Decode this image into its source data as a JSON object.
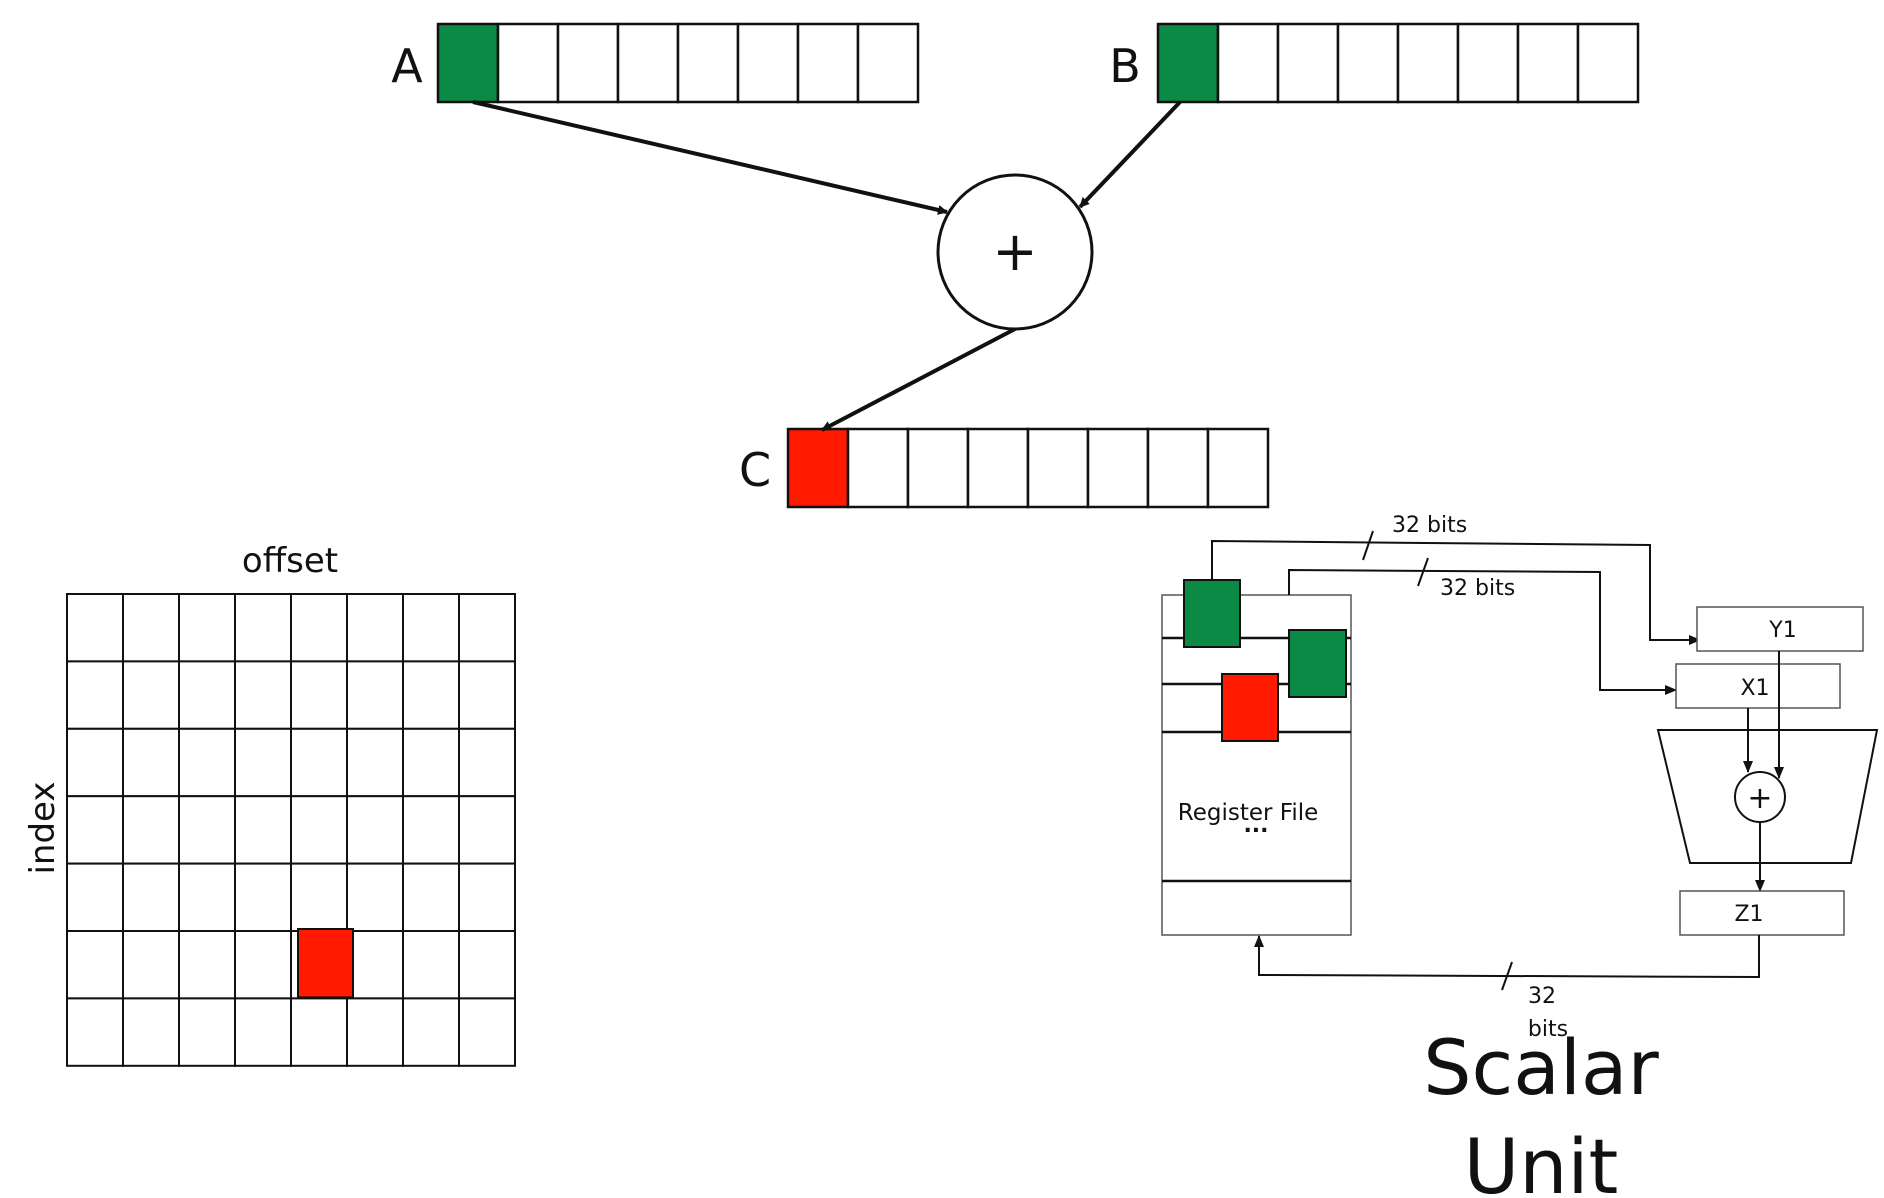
{
  "colors": {
    "green": "#0a8a45",
    "red": "#ff1a00",
    "stroke": "#111111",
    "light_stroke": "#555555",
    "background": "#ffffff"
  },
  "arrays": {
    "a": {
      "label": "A",
      "cell_count": 8,
      "highlight_index": 0,
      "highlight_color": "green"
    },
    "b": {
      "label": "B",
      "cell_count": 8,
      "highlight_index": 0,
      "highlight_color": "green"
    },
    "c": {
      "label": "C",
      "cell_count": 8,
      "highlight_index": 0,
      "highlight_color": "red"
    }
  },
  "adder": {
    "symbol": "+"
  },
  "grid": {
    "top_label": "offset",
    "side_label": "index",
    "rows": 7,
    "cols": 8,
    "highlight": {
      "row": 5,
      "col": 4,
      "color": "red"
    }
  },
  "scalar_unit": {
    "register_file_label": "Register File",
    "ellipsis": "...",
    "bus_top_label": "32 bits",
    "bus_second_label": "32 bits",
    "bus_return_label_line1": "32",
    "bus_return_label_line2": "bits",
    "reg_y": "Y1",
    "reg_x": "X1",
    "reg_z": "Z1",
    "alu_symbol": "+",
    "title_line1": "Scalar",
    "title_line2": "Unit"
  }
}
